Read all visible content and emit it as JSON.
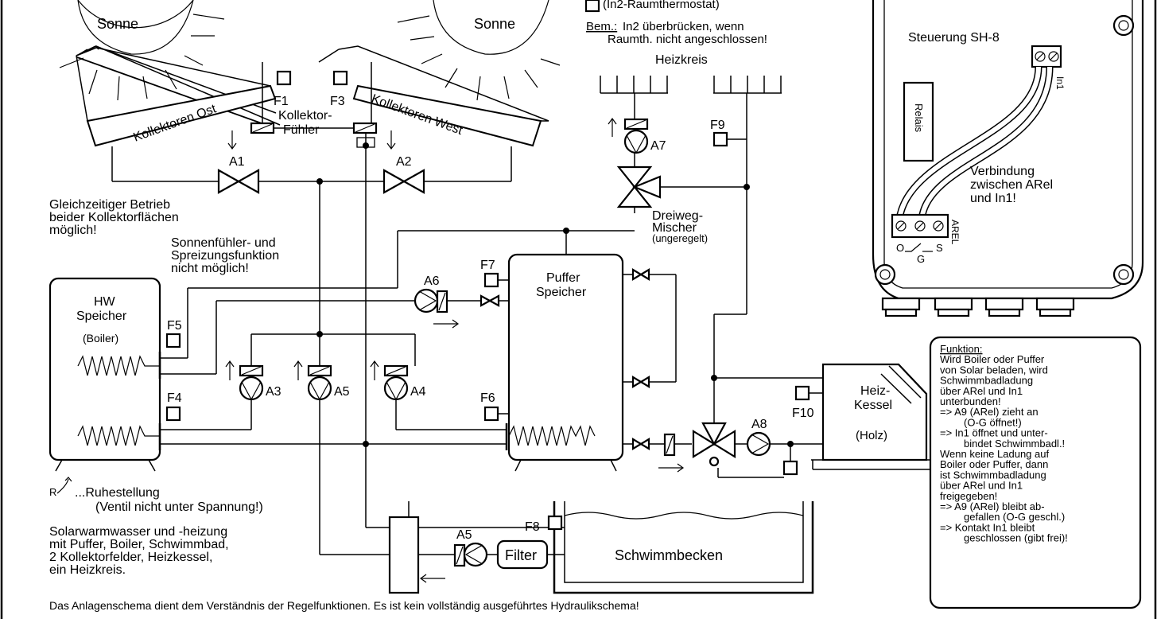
{
  "sun_left": "Sonne",
  "sun_right": "Sonne",
  "thermostat_label": "(In2-Raumthermostat)",
  "note_head": "Bem.:",
  "note_line1": "In2 überbrücken, wenn",
  "note_line2": "Raumth. nicht angeschlossen!",
  "heizkreis": "Heizkreis",
  "collector_east": "Kollektoren Ost",
  "collector_west": "Kollektoren West",
  "sensors": {
    "f1": "F1",
    "f3": "F3",
    "f4": "F4",
    "f5": "F5",
    "f6": "F6",
    "f7": "F7",
    "f8": "F8",
    "f9": "F9",
    "f10": "F10"
  },
  "collector_sensor_1": "Kollektor-",
  "collector_sensor_2": "Fühler",
  "outputs": {
    "a1": "A1",
    "a2": "A2",
    "a3": "A3",
    "a4": "A4",
    "a5": "A5",
    "a5b": "A5",
    "a6": "A6",
    "a7": "A7",
    "a8": "A8"
  },
  "simultaneous_1": "Gleichzeitiger Betrieb",
  "simultaneous_2": "beider Kollektorflächen",
  "simultaneous_3": "möglich!",
  "spread_1": "Sonnenfühler- und",
  "spread_2": "Spreizungsfunktion",
  "spread_3": "nicht möglich!",
  "mixer_1": "Dreiweg-",
  "mixer_2": "Mischer",
  "mixer_3": "(ungeregelt)",
  "hw_1": "HW",
  "hw_2": "Speicher",
  "hw_3": "(Boiler)",
  "buffer_1": "Puffer",
  "buffer_2": "Speicher",
  "boiler_1": "Heiz-",
  "boiler_2": "Kessel",
  "boiler_3": "(Holz)",
  "pool": "Schwimmbecken",
  "filter": "Filter",
  "rest_1": "...Ruhestellung",
  "rest_r": "R",
  "rest_2": "(Ventil nicht unter Spannung!)",
  "summary_1": "Solarwarmwasser und -heizung",
  "summary_2": "mit Puffer, Boiler, Schwimmbad,",
  "summary_3": "2 Kollektorfelder, Heizkessel,",
  "summary_4": "ein Heizkreis.",
  "footer": "Das Anlagenschema dient dem Verständnis der Regelfunktionen. Es ist kein vollständig ausgeführtes Hydraulikschema!",
  "controller": {
    "title": "Steuerung SH-8",
    "relais": "Relais",
    "in1": "In1",
    "arel": "AREL",
    "o": "O",
    "g": "G",
    "s": "S",
    "conn_1": "Verbindung",
    "conn_2": "zwischen ARel",
    "conn_3": "und In1!"
  },
  "function_lines": [
    "Funktion:",
    "Wird Boiler oder Puffer",
    "von Solar beladen, wird",
    "Schwimmbadladung",
    "über ARel und In1",
    "unterbunden!",
    "=> A9 (ARel) zieht an",
    "      (O-G öffnet!)",
    "=> In1 öffnet und unter-",
    "      bindet Schwimmbadl.!",
    "Wenn keine Ladung auf",
    "Boiler oder Puffer, dann",
    "ist Schwimmbadladung",
    "über ARel und In1",
    "freigegeben!",
    "=> A9 (ARel) bleibt ab-",
    "      gefallen (O-G geschl.)",
    "=> Kontakt In1 bleibt",
    "      geschlossen (gibt frei)!"
  ]
}
